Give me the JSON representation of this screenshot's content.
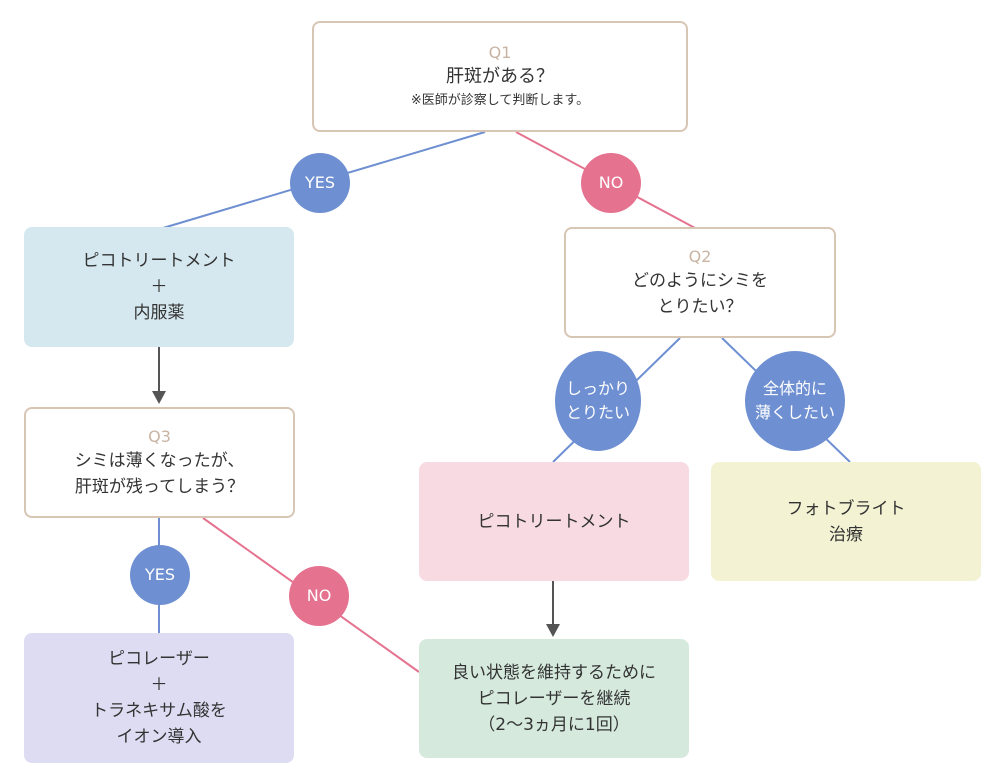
{
  "colors": {
    "question_border": "#d8c6b5",
    "question_label": "#c9b4a3",
    "yes": "#6e8fd1",
    "no": "#e57390",
    "arrow": "#555555",
    "result_blue": "#d5e8ef",
    "result_pink": "#f8dbe2",
    "result_yellow": "#f3f2d3",
    "result_lavender": "#dddcf3",
    "result_green": "#d5e9dd"
  },
  "q1": {
    "label": "Q1",
    "text": "肝斑がある？",
    "note": "※医師が診察して判断します。"
  },
  "q2": {
    "label": "Q2",
    "line1": "どのようにシミを",
    "line2": "とりたい？"
  },
  "q3": {
    "label": "Q3",
    "line1": "シミは薄くなったが、",
    "line2": "肝斑が残ってしまう？"
  },
  "branches": {
    "q1_yes": "YES",
    "q1_no": "NO",
    "q2_option1_line1": "しっかり",
    "q2_option1_line2": "とりたい",
    "q2_option2_line1": "全体的に",
    "q2_option2_line2": "薄くしたい",
    "q3_yes": "YES",
    "q3_no": "NO"
  },
  "results": {
    "pico_with_oral": {
      "line1": "ピコトリートメント",
      "line2": "＋",
      "line3": "内服薬"
    },
    "pico_treatment": {
      "line1": "ピコトリートメント"
    },
    "photobright": {
      "line1": "フォトブライト",
      "line2": "治療"
    },
    "pico_laser_tranexamic": {
      "line1": "ピコレーザー",
      "line2": "＋",
      "line3": "トラネキサム酸を",
      "line4": "イオン導入"
    },
    "maintenance": {
      "line1": "良い状態を維持するために",
      "line2": "ピコレーザーを継続",
      "line3": "（2～3ヵ月に1回）"
    }
  }
}
